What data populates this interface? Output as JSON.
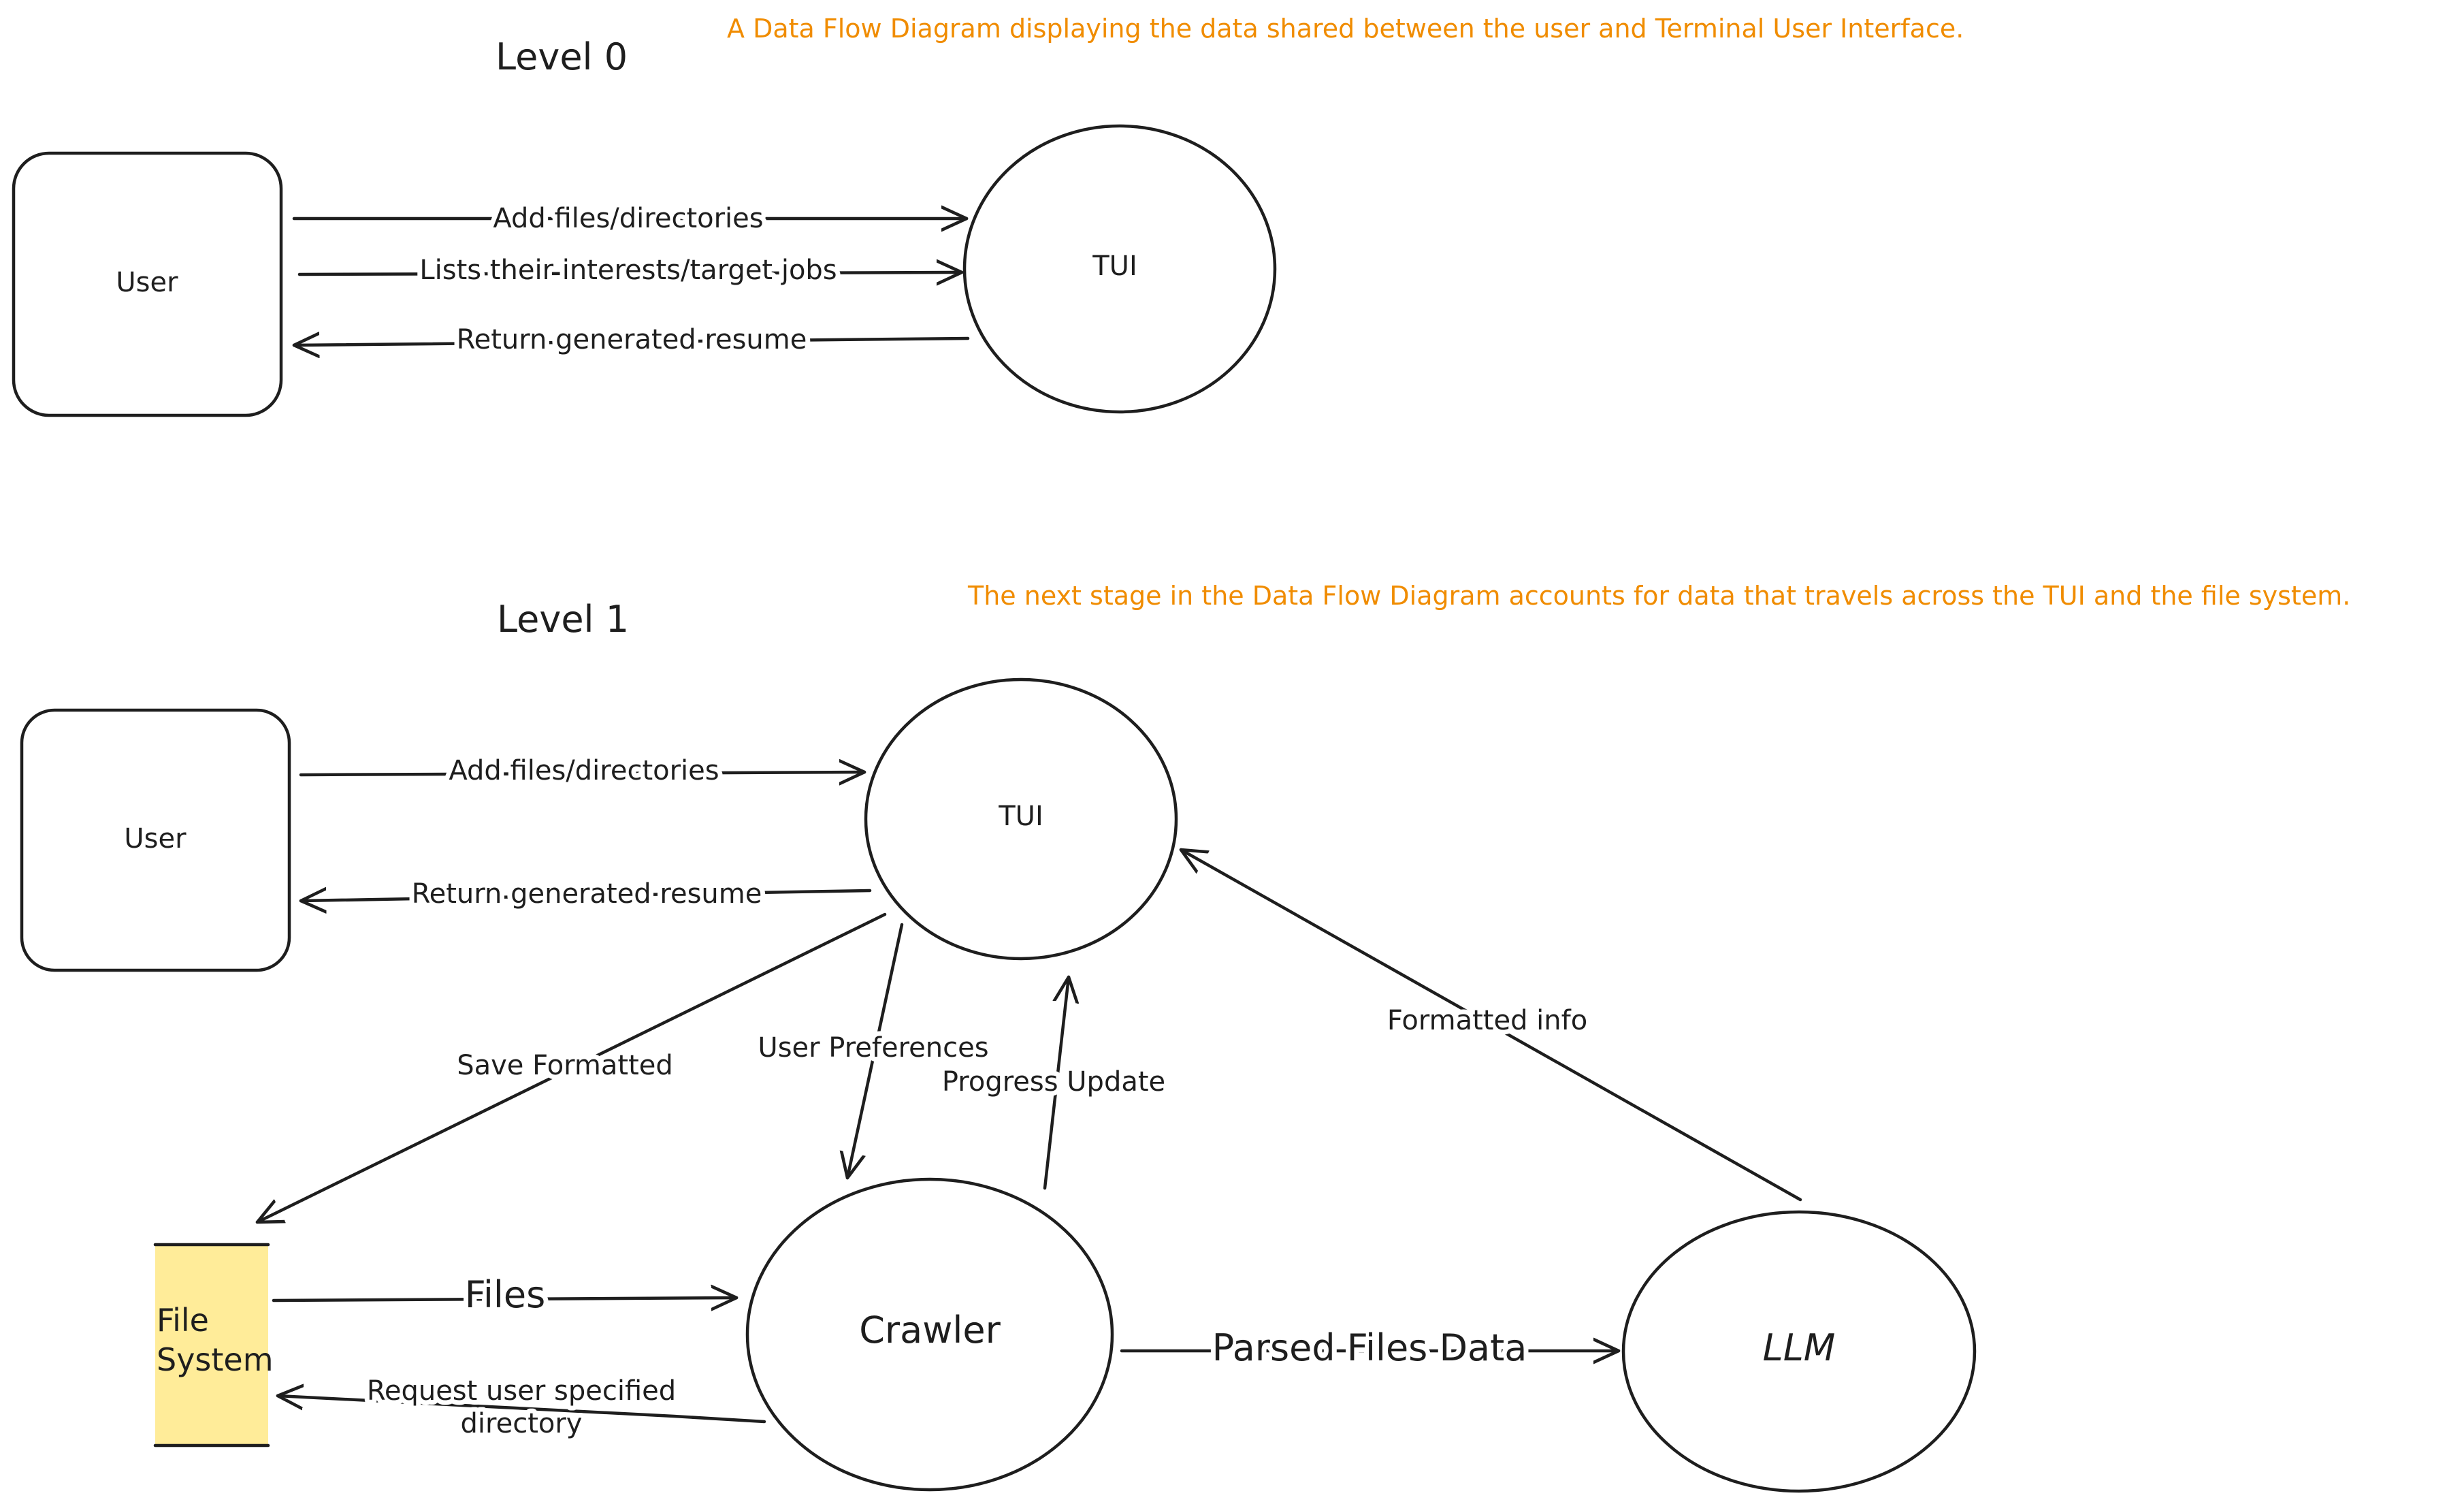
{
  "headings": {
    "level0": "Level 0",
    "level1": "Level 1"
  },
  "notes": {
    "level0": "A Data Flow Diagram displaying the data shared between the user and Terminal User Interface.",
    "level1": "The next stage in the Data Flow Diagram accounts for data that travels across the TUI and the file system."
  },
  "colors": {
    "annotation": "#f08c00",
    "ink": "#1e1e1e",
    "datastore_fill": "#ffec99"
  },
  "level0": {
    "entities": {
      "user": "User"
    },
    "processes": {
      "tui": "TUI"
    },
    "flows": {
      "add_files": "Add files/directories",
      "interests": "Lists their interests/target jobs",
      "return_resume": "Return generated resume"
    }
  },
  "level1": {
    "entities": {
      "user": "User"
    },
    "processes": {
      "tui": "TUI",
      "crawler": "Crawler",
      "llm": "LLM"
    },
    "datastores": {
      "file_system_line1": "File",
      "file_system_line2": "System"
    },
    "flows": {
      "add_files": "Add files/directories",
      "return_resume": "Return generated resume",
      "save_formatted": "Save Formatted",
      "user_preferences": "User Preferences",
      "progress_update": "Progress Update",
      "formatted_info": "Formatted info",
      "files": "Files",
      "parsed_files_data": "Parsed Files Data",
      "request_dir_line1": "Request user specified",
      "request_dir_line2": "directory"
    }
  }
}
